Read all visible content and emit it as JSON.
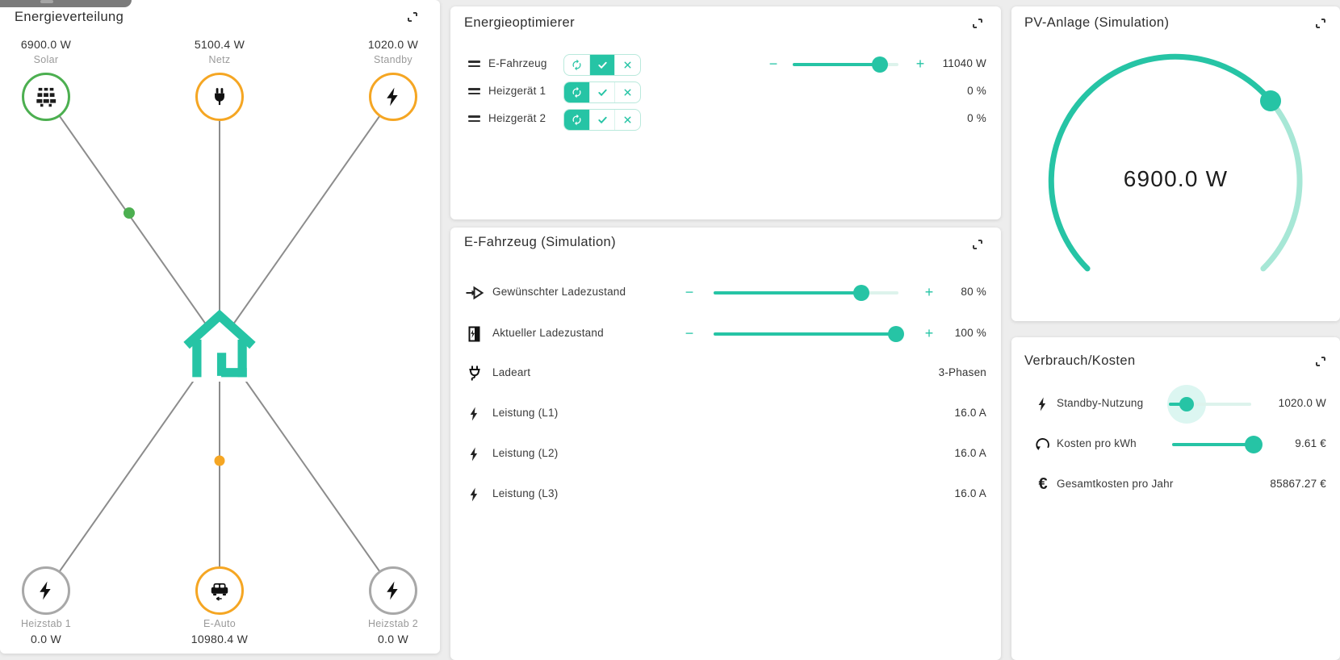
{
  "colors": {
    "accent": "#26c4a5",
    "accent_light": "#a7e7d6",
    "orange": "#f5a623",
    "green": "#4caf50",
    "node_gray": "#a8a8a8",
    "line_gray": "#8c8c8c"
  },
  "energy_distribution": {
    "title": "Energieverteilung",
    "sources": [
      {
        "value": "6900.0 W",
        "label": "Solar",
        "icon": "solar-panel-icon",
        "ring": "green"
      },
      {
        "value": "5100.4 W",
        "label": "Netz",
        "icon": "plug-icon",
        "ring": "orange"
      },
      {
        "value": "1020.0 W",
        "label": "Standby",
        "icon": "bolt-icon",
        "ring": "orange"
      }
    ],
    "consumers": [
      {
        "label": "Heizstab 1",
        "value": "0.0 W",
        "icon": "bolt-icon",
        "ring": "gray"
      },
      {
        "label": "E-Auto",
        "value": "10980.4 W",
        "icon": "car-icon",
        "ring": "orange"
      },
      {
        "label": "Heizstab 2",
        "value": "0.0 W",
        "icon": "bolt-icon",
        "ring": "gray"
      }
    ]
  },
  "optimizer": {
    "title": "Energieoptimierer",
    "rows": [
      {
        "label": "E-Fahrzeug",
        "value": "11040 W",
        "active_mode": "on"
      },
      {
        "label": "Heizgerät 1",
        "value": "0 %",
        "active_mode": "auto"
      },
      {
        "label": "Heizgerät 2",
        "value": "0 %",
        "active_mode": "auto"
      }
    ]
  },
  "ev_simulation": {
    "title": "E-Fahrzeug (Simulation)",
    "rows": [
      {
        "label": "Gewünschter Ladezustand",
        "value": "80 %"
      },
      {
        "label": "Aktueller Ladezustand",
        "value": "100 %"
      },
      {
        "label": "Ladeart",
        "value": "3-Phasen"
      },
      {
        "label": "Leistung (L1)",
        "value": "16.0 A"
      },
      {
        "label": "Leistung (L2)",
        "value": "16.0 A"
      },
      {
        "label": "Leistung (L3)",
        "value": "16.0 A"
      }
    ]
  },
  "pv": {
    "title": "PV-Anlage (Simulation)",
    "value": "6900.0 W"
  },
  "costs": {
    "title": "Verbrauch/Kosten",
    "rows": [
      {
        "label": "Standby-Nutzung",
        "value": "1020.0 W"
      },
      {
        "label": "Kosten pro kWh",
        "value": "9.61 €"
      },
      {
        "label": "Gesamtkosten pro Jahr",
        "value": "85867.27 €"
      },
      {
        "euro_glyph": "€"
      }
    ]
  }
}
